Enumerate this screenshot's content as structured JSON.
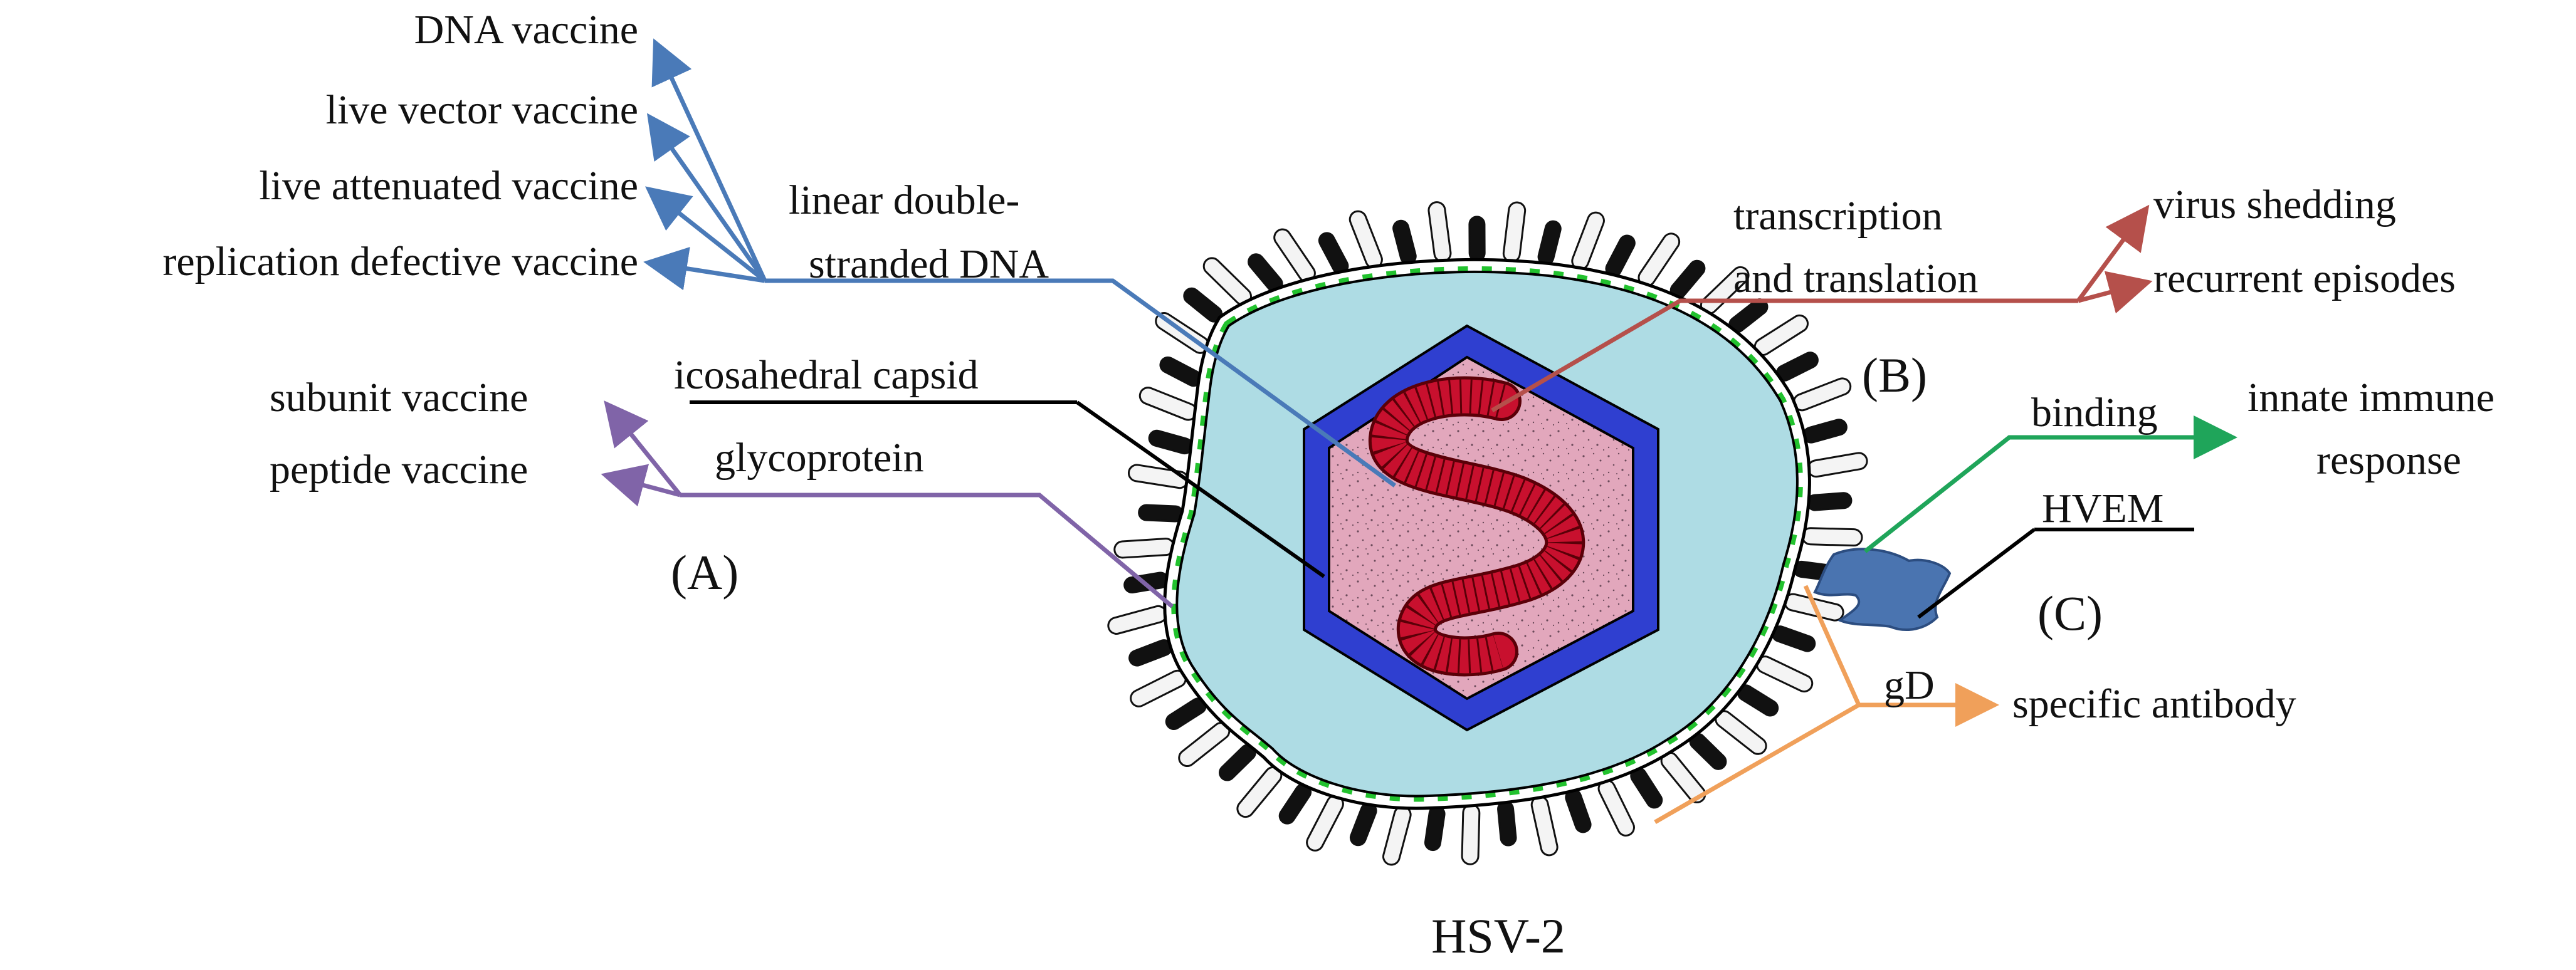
{
  "virus": {
    "name": "HSV-2",
    "parts": {
      "dna": "linear double-\nstranded DNA",
      "capsid": "icosahedral capsid",
      "glycoprotein": "glycoprotein",
      "gd": "gD",
      "hvem": "HVEM"
    }
  },
  "panel_a": {
    "label": "(A)",
    "dna_vaccine_types": [
      "DNA vaccine",
      "live vector vaccine",
      "live attenuated vaccine",
      "replication defective vaccine"
    ],
    "glycoprotein_vaccines": [
      "subunit vaccine",
      "peptide vaccine"
    ]
  },
  "panel_b": {
    "label": "(B)",
    "process": "transcription\nand translation",
    "outcomes": [
      "virus shedding",
      "recurrent episodes"
    ]
  },
  "panel_c": {
    "label": "(C)",
    "binding": "binding",
    "response": "innate immune\nresponse",
    "antibody": "specific antibody"
  },
  "colors": {
    "blue_arrow": "#4a7ab8",
    "red_arrow": "#b5504b",
    "green_arrow": "#1fa55a",
    "purple_arrow": "#8064a8",
    "orange_arrow": "#f0a05a",
    "envelope": "#aedce4",
    "capsid": "#2f3fd0",
    "core": "#e2a7bc",
    "dna": "#c8102e",
    "hvem": "#4a74b0"
  }
}
